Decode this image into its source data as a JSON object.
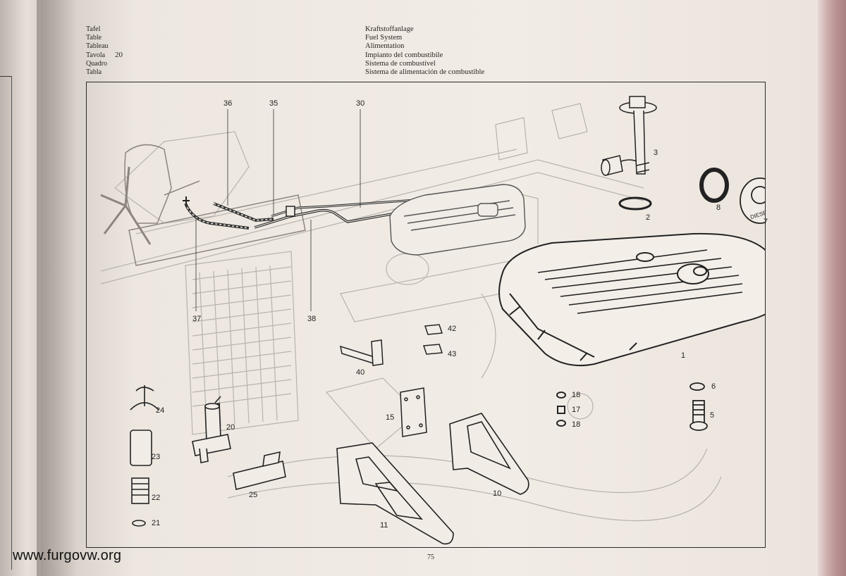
{
  "header": {
    "labels": [
      "Tafel",
      "Table",
      "Tableau",
      "Tavola",
      "Quadro",
      "Tabla"
    ],
    "table_number": "20",
    "titles": [
      "Kraftstoffanlage",
      "Fuel System",
      "Alimentation",
      "Impianto del combustibile",
      "Sistema de combustível",
      "Sistema de alimentación de combustible"
    ]
  },
  "callouts": {
    "n1": "1",
    "n2": "2",
    "n3": "3",
    "n5": "5",
    "n6": "6",
    "n7": "7",
    "n8": "8",
    "n10": "10",
    "n11": "11",
    "n15": "15",
    "n17": "17",
    "n18a": "18",
    "n18b": "18",
    "n20": "20",
    "n21": "21",
    "n22": "22",
    "n23": "23",
    "n24": "24",
    "n25": "25",
    "n30": "30",
    "n35": "35",
    "n36": "36",
    "n37": "37",
    "n38": "38",
    "n40": "40",
    "n42": "42",
    "n43": "43"
  },
  "cap_text": "DIESEL",
  "page_number": "75",
  "watermark": "www.furgovw.org"
}
